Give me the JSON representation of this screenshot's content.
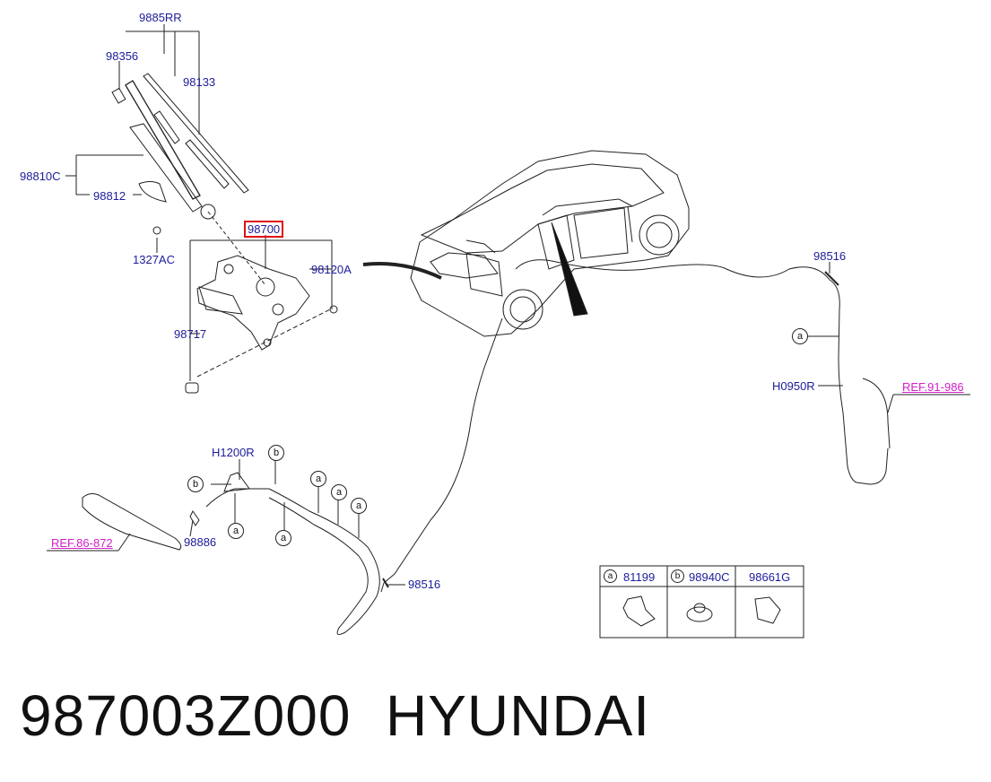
{
  "labels": {
    "wiper_arm_assy": "9885RR",
    "cap": "98356",
    "blade": "98133",
    "cover_group": "98810C",
    "cover": "98812",
    "nut": "1327AC",
    "motor_assy": "98700",
    "bolt": "98120A",
    "grommet": "98717",
    "nozzle_top": "98516",
    "hose_main": "H0950R",
    "hose_left": "H1200R",
    "nozzle_left": "98886",
    "nozzle_bottom": "98516"
  },
  "refs": {
    "right": "REF.91-986",
    "left": "REF.86-872"
  },
  "callouts": {
    "a": "a",
    "b": "b"
  },
  "legend_table": {
    "col_a_letter": "a",
    "col_a_part": "81199",
    "col_b_letter": "b",
    "col_b_part": "98940C",
    "col_c_part": "98661G"
  },
  "footer": {
    "part_number": "987003Z000",
    "brand": "HYUNDAI"
  },
  "colors": {
    "label": "#1c1c9a",
    "reference": "#d020c8",
    "highlight": "#e01010",
    "line": "#222222"
  }
}
